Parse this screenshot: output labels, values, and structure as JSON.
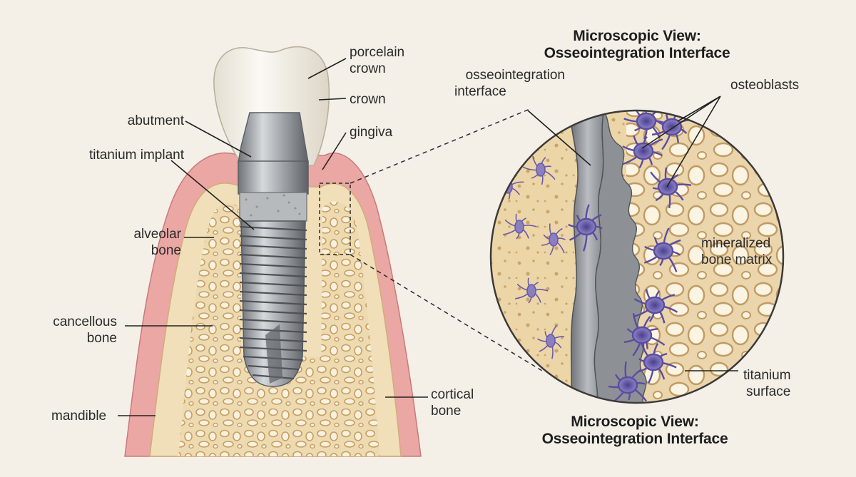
{
  "titles": {
    "top": [
      "Microscopic View:",
      "Osseointegration Interface"
    ],
    "bottom": [
      "Microscopic View:",
      "Osseointegration Interface"
    ]
  },
  "labels": {
    "porcelain_crown": [
      "porcelain",
      "crown"
    ],
    "crown": "crown",
    "gingiva": "gingiva",
    "abutment": "abutment",
    "titanium_implant": "titanium implant",
    "alveolar_bone": [
      "alveolar",
      "bone"
    ],
    "cancellous_bone": [
      "cancellous",
      "bone"
    ],
    "mandible": "mandible",
    "cortical_bone": [
      "cortical",
      "bone"
    ],
    "osseointegration_interface": [
      "osseointegration",
      "interface"
    ],
    "osteoblasts": "osteoblasts",
    "mineralized_bone_matrix": [
      "mineralized",
      "bone matrix"
    ],
    "titanium_surface": [
      "titanium",
      "surface"
    ]
  },
  "colors": {
    "background": "#f4f0e8",
    "gingiva": "#e9a3a3",
    "bone": "#efdcb4",
    "titanium": "#9ea3a8",
    "crown": "#f7f4ec",
    "osteoblast": "#6e62b0"
  }
}
